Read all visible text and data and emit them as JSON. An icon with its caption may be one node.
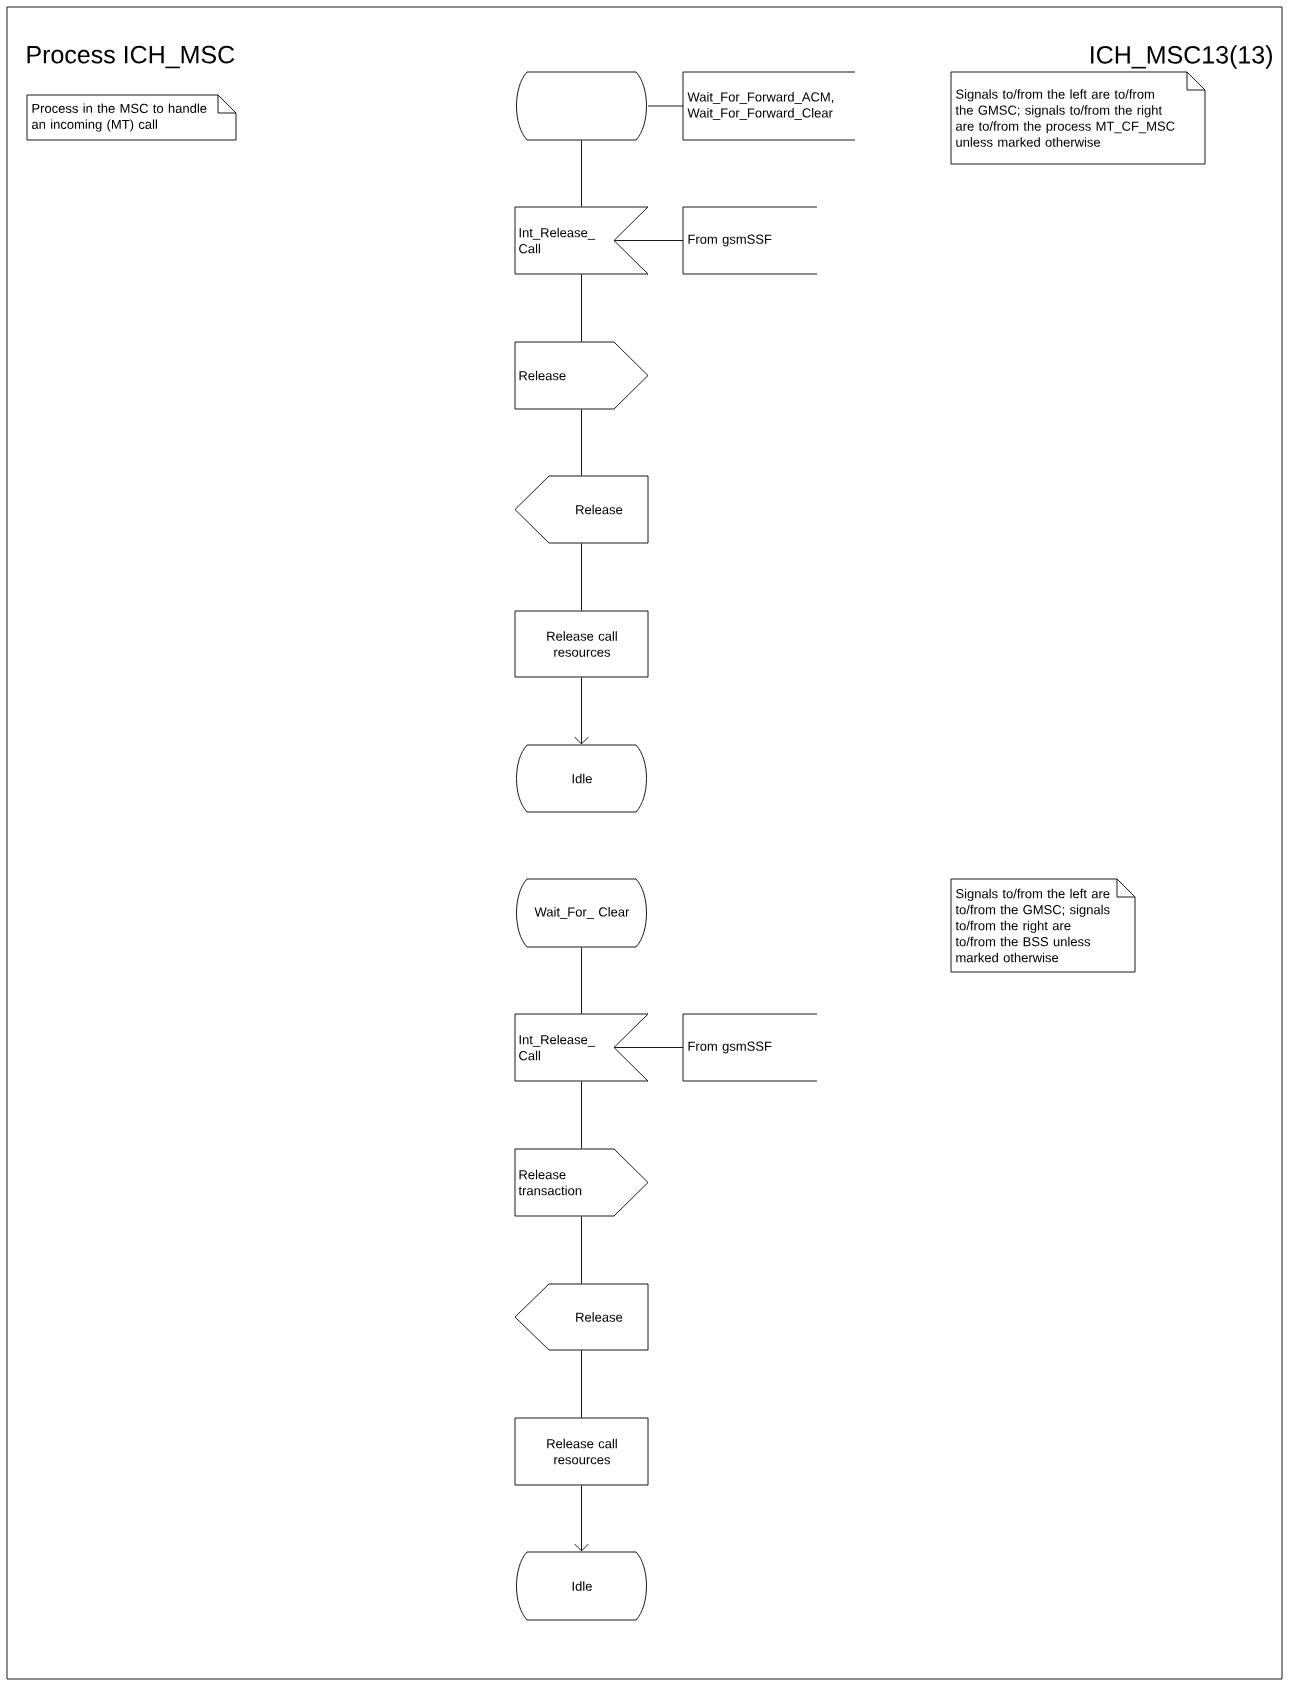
{
  "diagram": {
    "title": "Process ICH_MSC",
    "nodes": [
      {
        "text": [
          "Process in the MSC to handle an incoming (MT) call"
        ]
      },
      {
        "text": [],
        "shape": "state"
      },
      {
        "text": [
          "Wait_For_Forward_ACM, Wait_For_Forward_Clear"
        ]
      },
      {
        "text": [
          "Signals to/from the left are to/from the GMSC; signals to/from the right are to/from the process MT_CF_MSC unless marked otherwise"
        ]
      },
      {
        "text": [
          "Int_Release_ Call"
        ]
      },
      {
        "text": [
          "From gsmSSF"
        ]
      },
      {
        "text": [
          "Release"
        ]
      },
      {
        "text": [
          "Release"
        ]
      },
      {
        "text": [
          "Release call resources"
        ]
      },
      {
        "text": [
          "Idle"
        ]
      },
      {
        "text": [
          "Wait_For_ Clear"
        ]
      },
      {
        "text": [
          "Signals to/from the left are to/from the GMSC; signals to/from the right are to/from the BSS unless marked otherwise"
        ]
      },
      {
        "text": [
          "Int_Release_ Call"
        ]
      },
      {
        "text": [
          "From gsmSSF"
        ]
      },
      {
        "text": [
          "Release transaction"
        ]
      },
      {
        "text": [
          "Release"
        ]
      },
      {
        "text": [
          "Release call resources"
        ]
      },
      {
        "text": [
          "Idle"
        ]
      }
    ],
    "edges": [
      {
        "from": 1,
        "to": 2,
        "arrow": "none"
      },
      {
        "from": 1,
        "to": 4,
        "arrow": "none"
      },
      {
        "from": 4,
        "to": 5,
        "arrow": "none"
      },
      {
        "from": 4,
        "to": 6,
        "arrow": "none"
      },
      {
        "from": 6,
        "to": 7,
        "arrow": "none"
      },
      {
        "from": 7,
        "to": 8,
        "arrow": "none"
      },
      {
        "from": 8,
        "to": 9,
        "arrow": "to"
      },
      {
        "from": 10,
        "to": 12,
        "arrow": "none"
      },
      {
        "from": 12,
        "to": 13,
        "arrow": "none"
      },
      {
        "from": 12,
        "to": 14,
        "arrow": "none"
      },
      {
        "from": 14,
        "to": 15,
        "arrow": "none"
      },
      {
        "from": 15,
        "to": 16,
        "arrow": "none"
      },
      {
        "from": 16,
        "to": 17,
        "arrow": "to"
      }
    ],
    "labels": [
      "ICH_MSC13(13)"
    ]
  }
}
